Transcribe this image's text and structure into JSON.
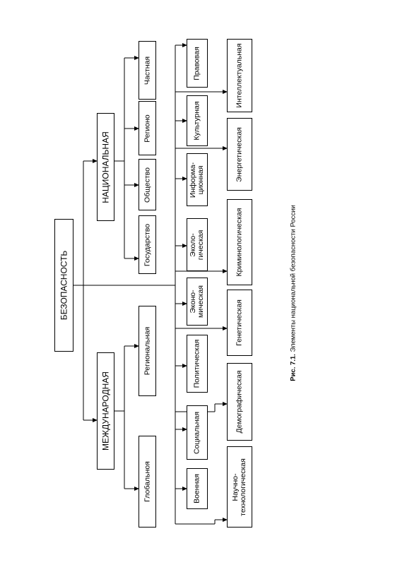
{
  "root": "БЕЗОПАСНОСТЬ",
  "international": {
    "title": "МЕЖДУНАРОДНАЯ",
    "children": [
      "Глобальноя",
      "Региональная"
    ]
  },
  "national": {
    "title": "НАЦИОНАЛЬНАЯ",
    "children": [
      "Государство",
      "Общество",
      "Регионо",
      "Частная"
    ]
  },
  "spheres_row1": [
    "Военная",
    "Социальная",
    "Политическая",
    "Эконо-\nмическая",
    "Эколо-\nгическая",
    "Информа-\nционная",
    "Культурная",
    "Правовая"
  ],
  "spheres_row2": [
    "Научно-\nтехнологическая",
    "Демографическая",
    "Генетическая",
    "Криминологическая",
    "Энергетическая",
    "Интеллектуальная"
  ],
  "caption": {
    "label": "Рис. 7.1.",
    "text": " Элементы национальной безопасности России"
  }
}
